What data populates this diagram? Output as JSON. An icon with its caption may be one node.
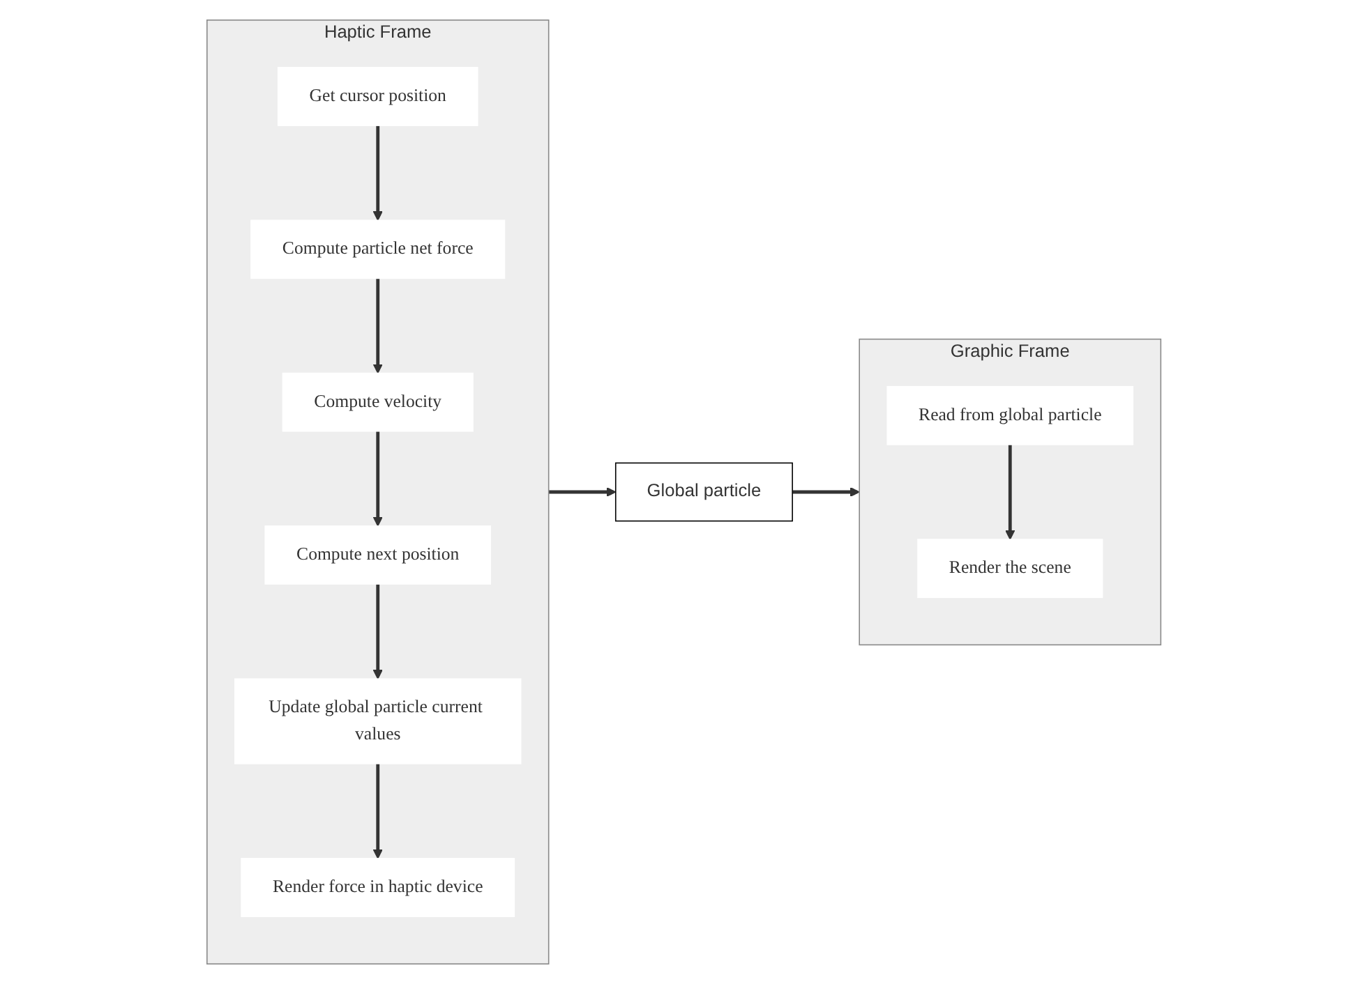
{
  "diagram": {
    "nodes": [
      {
        "text": [
          "Global particle"
        ]
      },
      {
        "text": [
          "Graphic Frame"
        ]
      },
      {
        "text": [
          "Read from global particle"
        ],
        "in": 1
      },
      {
        "text": [
          "Render the scene"
        ],
        "in": 1
      },
      {
        "text": [
          "Haptic Frame"
        ]
      },
      {
        "text": [
          "Get cursor position"
        ],
        "in": 4
      },
      {
        "text": [
          "Compute particle net force"
        ],
        "in": 4
      },
      {
        "text": [
          "Compute velocity"
        ],
        "in": 4
      },
      {
        "text": [
          "Compute next position"
        ],
        "in": 4
      },
      {
        "text": [
          "Update global particle current values"
        ],
        "in": 4
      },
      {
        "text": [
          "Render force in haptic device"
        ],
        "in": 4
      }
    ],
    "edges": [
      {
        "from": 0,
        "to": 1,
        "arrow": "to"
      },
      {
        "from": 2,
        "to": 3,
        "arrow": "to"
      },
      {
        "from": 4,
        "to": 0,
        "arrow": "to"
      },
      {
        "from": 5,
        "to": 6,
        "arrow": "to"
      },
      {
        "from": 6,
        "to": 7,
        "arrow": "to"
      },
      {
        "from": 7,
        "to": 8,
        "arrow": "to"
      },
      {
        "from": 8,
        "to": 9,
        "arrow": "to"
      },
      {
        "from": 9,
        "to": 10,
        "arrow": "to"
      }
    ]
  }
}
